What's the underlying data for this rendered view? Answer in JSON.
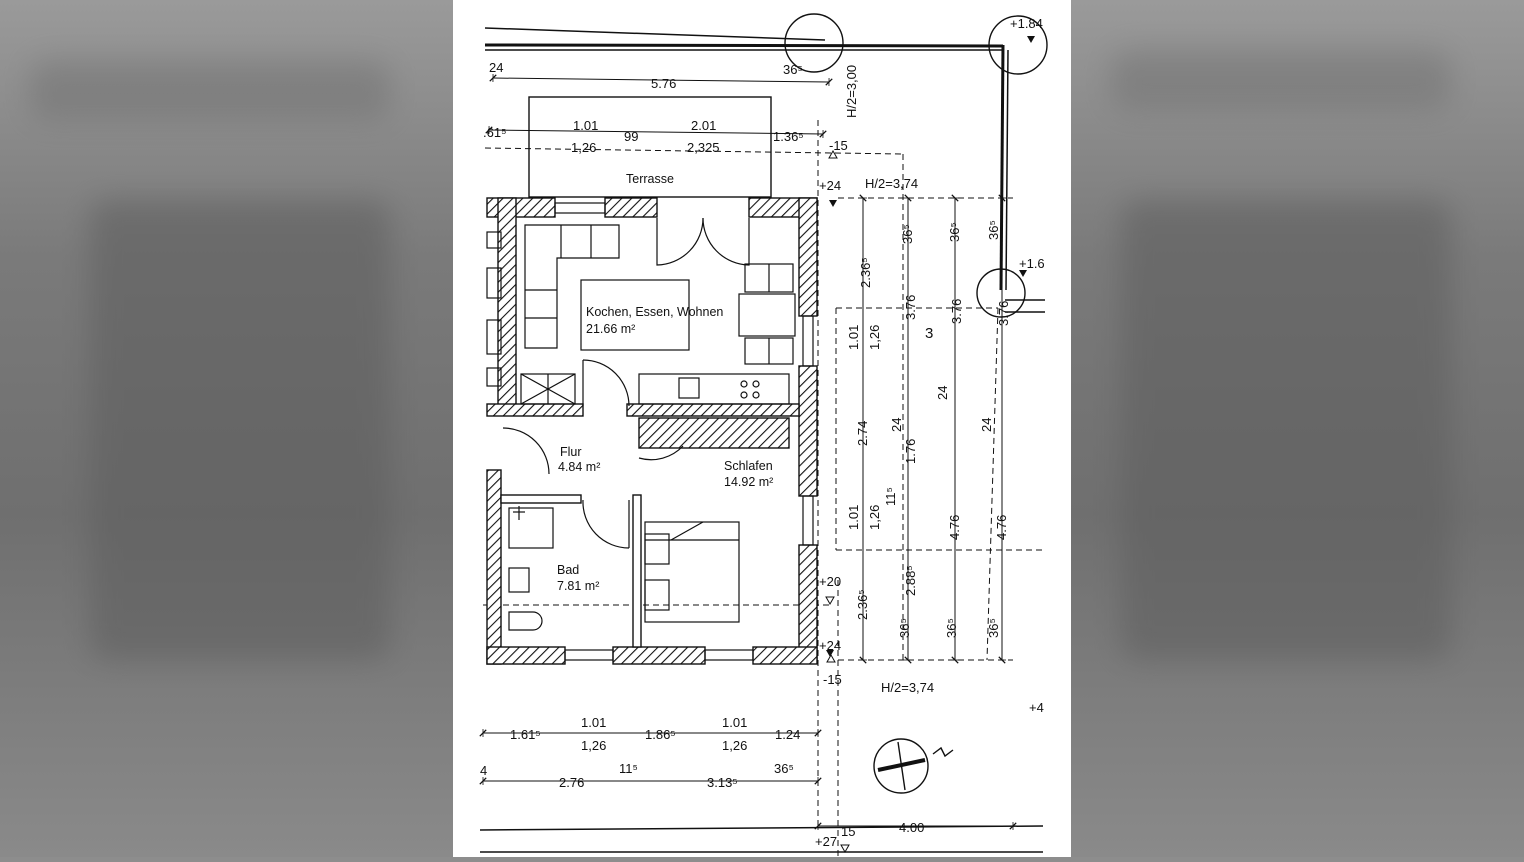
{
  "rooms": {
    "living": {
      "name": "Kochen, Essen, Wohnen",
      "area": "21.66 m²"
    },
    "hall": {
      "name": "Flur",
      "area": "4.84 m²"
    },
    "bedroom": {
      "name": "Schlafen",
      "area": "14.92 m²"
    },
    "bath": {
      "name": "Bad",
      "area": "7.81 m²"
    },
    "terrace": {
      "name": "Terrasse"
    }
  },
  "levels": {
    "top_right": "+1.84",
    "right_mid": "+1.6",
    "far_right": "+4",
    "terrace_a": "-15",
    "terrace_b": "+24",
    "wall_right_a": "+20",
    "wall_right_b": "+24",
    "bottom_a": "-15",
    "bottom_b": "+27",
    "bottom_c": "15"
  },
  "heights": {
    "top": "H/2=3,00",
    "mid": "H/2=3,74",
    "bottom": "H/2=3,74"
  },
  "room_number": "3",
  "dims": {
    "top1": {
      "left": "24",
      "main": "5.76",
      "right": "36⁵"
    },
    "top2": {
      "a": ".61⁵",
      "b1": "1.01",
      "b2": "1,26",
      "c": "99",
      "d1": "2.01",
      "d2": "2,325",
      "e": "1.36⁵"
    },
    "right_col1": [
      "2.36⁵",
      "1.01",
      "1,26",
      "2.74",
      "1.01",
      "1,26",
      "2.36⁵"
    ],
    "right_col2": [
      "36⁵",
      "3.76",
      "24",
      "1.76",
      "11⁵",
      "2.88⁵",
      "36⁵"
    ],
    "right_col3": [
      "36⁵",
      "3.76",
      "24",
      "4.76",
      "36⁵"
    ],
    "right_col4": [
      "36⁵",
      "3.76",
      "24",
      "4.76",
      "36⁵"
    ],
    "bot1": {
      "a": "1.61⁵",
      "b1": "1.01",
      "b2": "1,26",
      "c": "1.86⁵",
      "d1": "1.01",
      "d2": "1,26",
      "e": "1.24"
    },
    "bot2": {
      "a": "4",
      "b": "2.76",
      "c": "11⁵",
      "d": "3.13⁵",
      "e": "36⁵"
    },
    "bot3": {
      "a": "4.00"
    }
  }
}
